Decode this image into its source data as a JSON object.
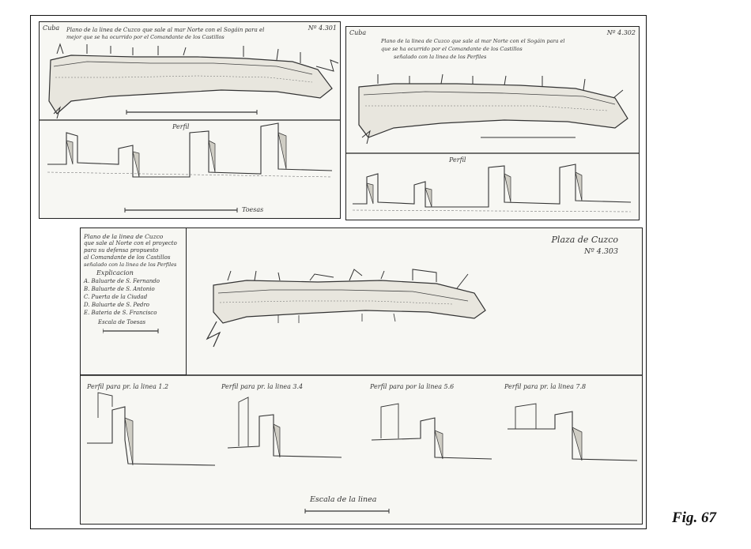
{
  "figure": {
    "label": "Fig. 67"
  },
  "plates": {
    "top_left": {
      "corner_left": "Cuba",
      "corner_right": "Nº 4.301",
      "title_line1": "Plano de la linea de Cuzco que sale al mar Norte con el Sogáin para el",
      "title_line2": "mejor que se ha ocurrido por el Comandante de los Castillos",
      "profile_label": "Perfil",
      "scale_label": "Toesas"
    },
    "top_right": {
      "corner_left": "Cuba",
      "corner_right": "Nº 4.302",
      "title_line1": "Plano de la linea de Cuzco que sale al mar Norte con el Sogáin para el",
      "title_line2": "que se ha ocurrido por el Comandante de los Castillos",
      "title_line3": "señalado con la linea de los Perfiles",
      "profile_label": "Perfil"
    },
    "bottom": {
      "legend_title_lines": [
        "Plano de la linea de Cuzco",
        "que sale al Norte con el proyecto",
        "para su defensa propuesto",
        "al Comandante de los Castillos",
        "señalado con la linea de los Perfiles"
      ],
      "legend_heading": "Explicacion",
      "legend_items": [
        "A. Baluarte de S. Fernando",
        "B. Baluarte de S. Antonio",
        "C. Puerta de la Ciudad",
        "D. Baluarte de S. Pedro",
        "E. Bateria de S. Francisco"
      ],
      "legend_scale": "Escala de Toesas",
      "title_right_line1": "Plaza de Cuzco",
      "title_right_line2": "Nº 4.303",
      "profiles": [
        "Perfil para pr. la linea 1.2",
        "Perfil para pr. la linea 3.4",
        "Perfil para por la linea 5.6",
        "Perfil para pr. la linea 7.8"
      ],
      "scale_label": "Escala de la linea"
    }
  }
}
